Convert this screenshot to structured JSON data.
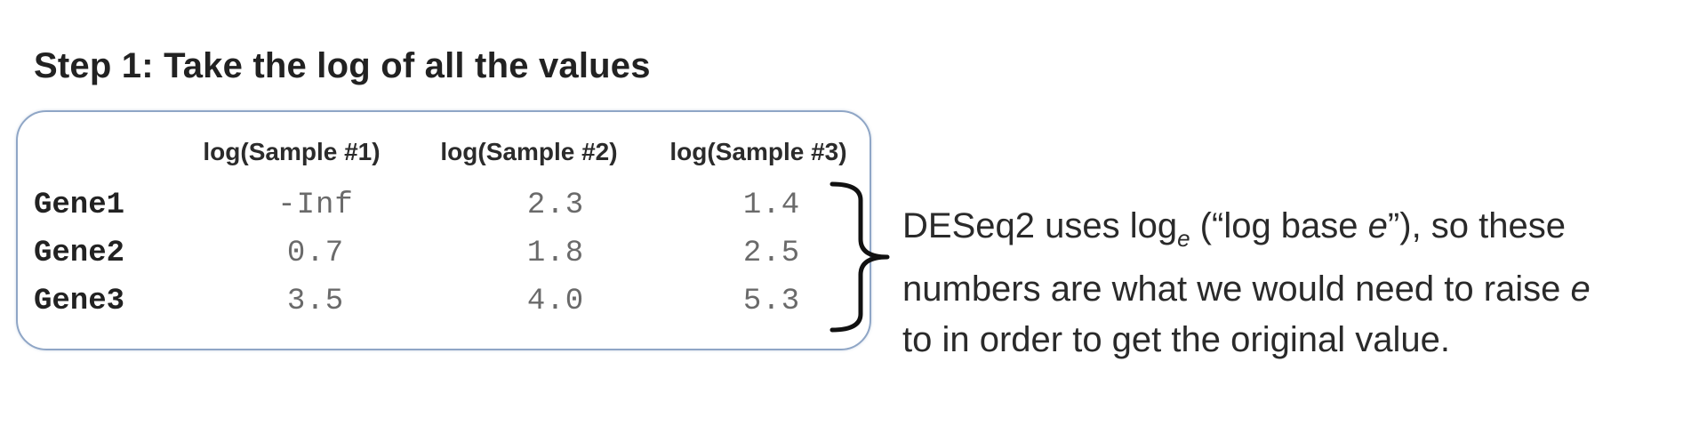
{
  "title": "Step 1: Take the log of all the values",
  "columns": [
    "log(Sample #1)",
    "log(Sample #2)",
    "log(Sample #3)"
  ],
  "rows": [
    {
      "gene": "Gene1",
      "values": [
        "-Inf",
        "2.3",
        "1.4"
      ]
    },
    {
      "gene": "Gene2",
      "values": [
        "0.7",
        "1.8",
        "2.5"
      ]
    },
    {
      "gene": "Gene3",
      "values": [
        "3.5",
        "4.0",
        "5.3"
      ]
    }
  ],
  "note": {
    "line1_pre": "DESeq2 uses log",
    "line1_sub": "e",
    "line1_mid": " (“log base ",
    "line1_it": "e",
    "line1_post": "”), so these",
    "line2_pre": "numbers are what we would need to raise ",
    "line2_it": "e",
    "line3": "to in order to get the original value."
  }
}
